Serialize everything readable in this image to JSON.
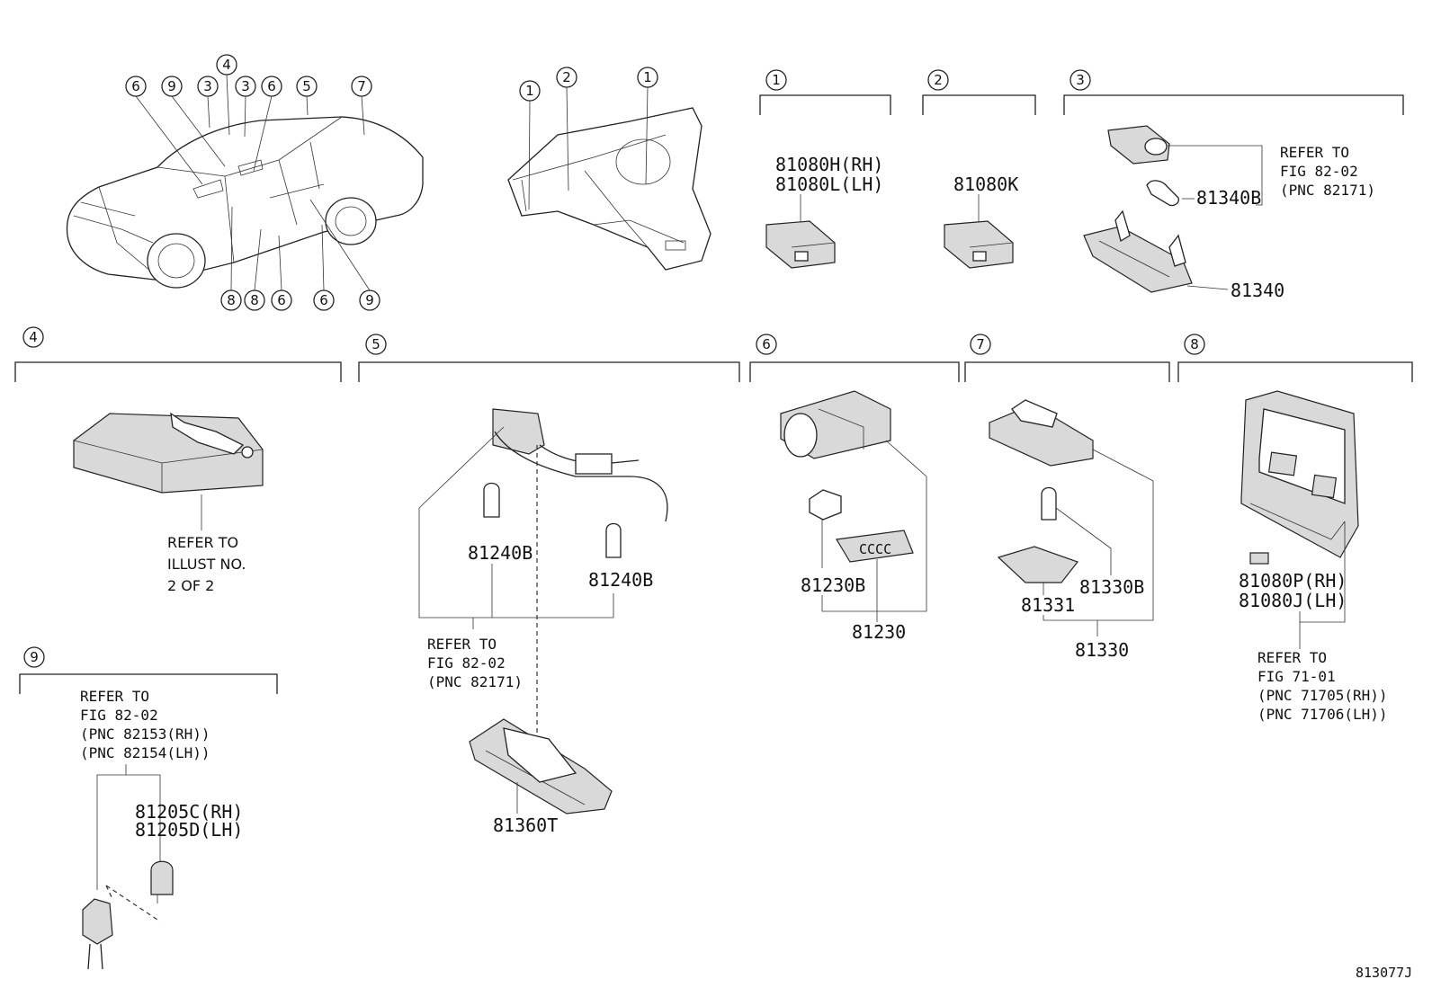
{
  "circle_numbers": [
    "1",
    "2",
    "3",
    "4",
    "5",
    "6",
    "7",
    "8",
    "9"
  ],
  "car_callouts": {
    "top": [
      "6",
      "9",
      "3",
      "4",
      "3",
      "6",
      "5",
      "7"
    ],
    "bottom": [
      "8",
      "8",
      "6",
      "6",
      "9"
    ]
  },
  "dash_callouts": [
    "1",
    "2",
    "1"
  ],
  "parts": {
    "p81080H": "81080H(RH)",
    "p81080L": "81080L(LH)",
    "p81080K": "81080K",
    "p81340B": "81340B",
    "p81340": "81340",
    "p81240B_a": "81240B",
    "p81240B_b": "81240B",
    "p81360T": "81360T",
    "p81230B": "81230B",
    "p81230": "81230",
    "p81331": "81331",
    "p81330B": "81330B",
    "p81330": "81330",
    "p81080P": "81080P(RH)",
    "p81080J": "81080J(LH)",
    "p81205C": "81205C(RH)",
    "p81205D": "81205D(LH)"
  },
  "notes": {
    "s3": [
      "REFER TO",
      "FIG 82-02",
      "(PNC 82171)"
    ],
    "s4": [
      "REFER TO",
      "ILLUST NO.",
      "2 OF 2"
    ],
    "s5": [
      "REFER TO",
      "FIG 82-02",
      "(PNC 82171)"
    ],
    "s8": [
      "REFER TO",
      "FIG 71-01",
      "(PNC 71705(RH))",
      "(PNC 71706(LH))"
    ],
    "s9": [
      "REFER TO",
      "FIG 82-02",
      "(PNC 82153(RH))",
      "(PNC 82154(LH))"
    ]
  },
  "diagram_code": "813077J"
}
